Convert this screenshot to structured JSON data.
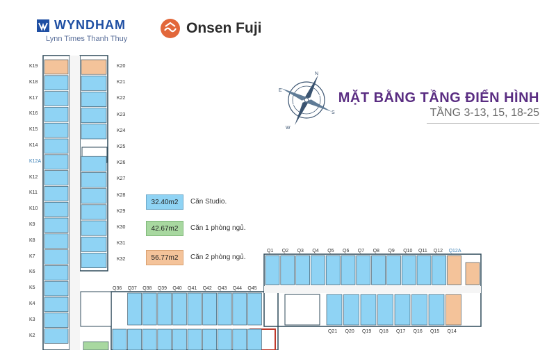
{
  "brand_primary": {
    "name": "WYNDHAM",
    "tagline": "Lynn Times Thanh Thuy"
  },
  "brand_secondary": {
    "name": "Onsen Fuji"
  },
  "title": {
    "line1": "MẶT BẰNG TẦNG ĐIỂN HÌNH",
    "line2": "TẦNG  3-13, 15, 18-25"
  },
  "legend": [
    {
      "area": "32.40m2",
      "label": "Căn Studio.",
      "color": "#8fd3f4"
    },
    {
      "area": "42.67m2",
      "label": "Căn 1 phòng ngủ.",
      "color": "#a8d8a0"
    },
    {
      "area": "56.77m2",
      "label": "Căn 2 phòng ngủ.",
      "color": "#f4c39a"
    }
  ],
  "colors": {
    "studio": "#8fd3f4",
    "one_bed": "#a8d8a0",
    "two_bed": "#f4c39a",
    "wall": "#2f4a5a",
    "highlight": "#c0392b"
  },
  "units": {
    "k_left": [
      "K19",
      "K18",
      "K17",
      "K16",
      "K15",
      "K14",
      "K12A",
      "K12",
      "K11",
      "K10",
      "K9",
      "K8",
      "K7",
      "K6",
      "K5",
      "K4",
      "K3",
      "K2"
    ],
    "k_right": [
      "K20",
      "K21",
      "K22",
      "K23",
      "K24",
      "K25",
      "K26",
      "K27",
      "K28",
      "K29",
      "K30",
      "K31",
      "K32"
    ],
    "q_mid": [
      "Q36",
      "Q37",
      "Q38",
      "Q39",
      "Q40",
      "Q41",
      "Q42",
      "Q43",
      "Q44",
      "Q45"
    ],
    "q_top": [
      "Q1",
      "Q2",
      "Q3",
      "Q4",
      "Q5",
      "Q6",
      "Q7",
      "Q8",
      "Q9",
      "Q10",
      "Q11",
      "Q12",
      "Q12A"
    ],
    "q_bottom": [
      "Q21",
      "Q20",
      "Q19",
      "Q18",
      "Q17",
      "Q16",
      "Q15",
      "Q14"
    ]
  },
  "compass_icon": "compass-rose-icon"
}
